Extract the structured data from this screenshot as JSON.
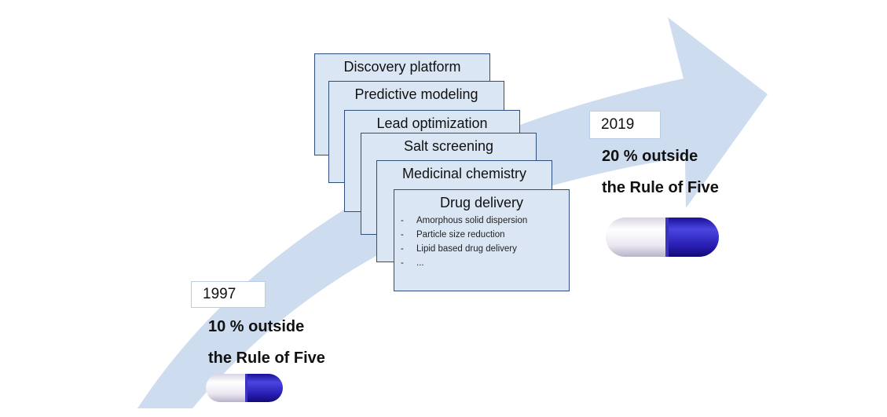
{
  "diagram": {
    "steps": [
      {
        "label": "Discovery platform"
      },
      {
        "label": "Predictive modeling"
      },
      {
        "label": "Lead optimization"
      },
      {
        "label": "Salt screening"
      },
      {
        "label": "Medicinal chemistry"
      },
      {
        "label": "Drug delivery"
      }
    ],
    "drug_delivery_items": [
      "Amorphous  solid dispersion",
      "Particle size reduction",
      "Lipid based drug delivery",
      "..."
    ],
    "start": {
      "year": "1997",
      "line1": "10 % outside",
      "line2": "the Rule of Five"
    },
    "end": {
      "year": "2019",
      "line1": "20 % outside",
      "line2": "the Rule of Five"
    },
    "colors": {
      "arrow": "#cddcef",
      "doc_fill": "#dbe6f4",
      "doc_border": "#2e4e7e",
      "capsule_blue": "#2a1fb5",
      "capsule_white": "#f1eef6"
    },
    "icons": [
      "capsule-icon",
      "arrow-shape"
    ]
  }
}
